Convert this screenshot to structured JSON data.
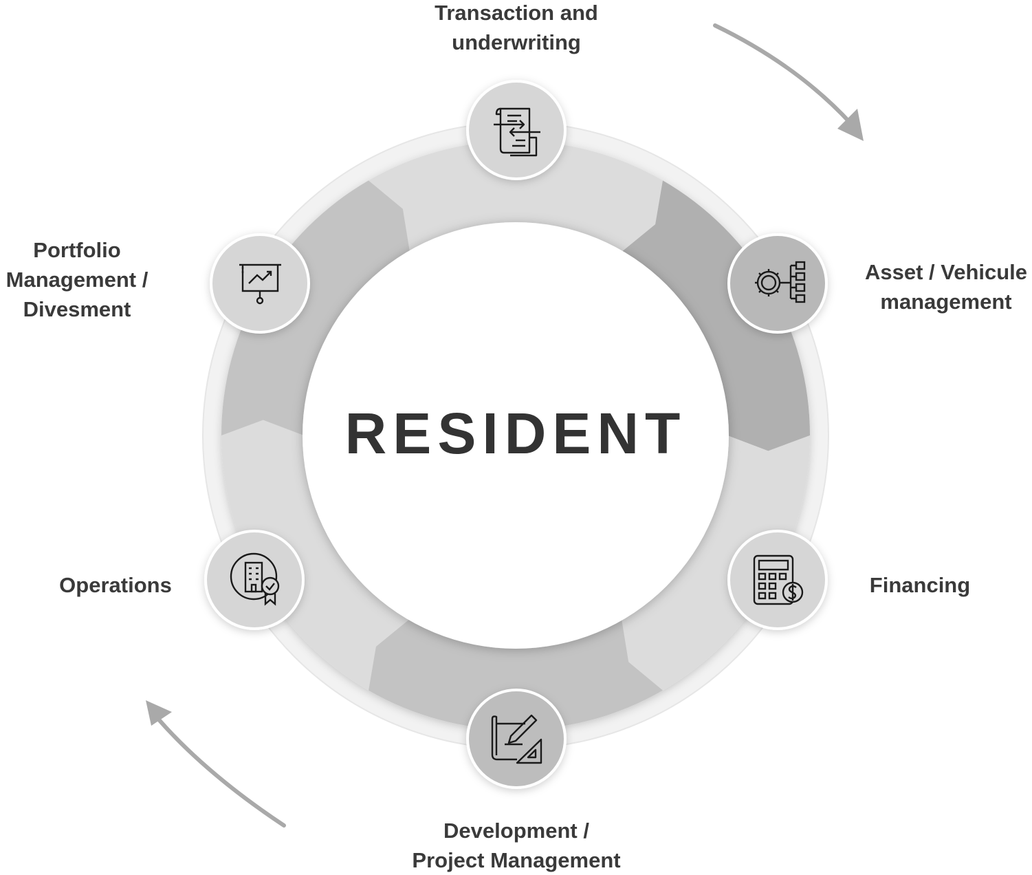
{
  "center": {
    "title": "RESIDENT"
  },
  "stages": [
    {
      "id": "transaction",
      "lines": [
        "Transaction and",
        "underwriting"
      ],
      "icon": "contract-exchange-icon"
    },
    {
      "id": "asset",
      "lines": [
        "Asset / Vehicule",
        "management"
      ],
      "icon": "gear-checklist-icon"
    },
    {
      "id": "financing",
      "lines": [
        "Financing"
      ],
      "icon": "calculator-dollar-icon"
    },
    {
      "id": "development",
      "lines": [
        "Development /",
        "Project Management"
      ],
      "icon": "blueprint-pencil-icon"
    },
    {
      "id": "operations",
      "lines": [
        "Operations"
      ],
      "icon": "certified-building-icon"
    },
    {
      "id": "portfolio",
      "lines": [
        "Portfolio",
        "Management /",
        "Divesment"
      ],
      "icon": "presentation-chart-icon"
    }
  ],
  "colors": {
    "segment_light": "#dcdcdc",
    "segment_mid": "#c3c3c3",
    "segment_dark": "#b0b0b0",
    "node_fill": "#d4d4d4",
    "outer_ring": "#f2f2f2",
    "arrow": "#a9a9a9",
    "text": "#333333"
  }
}
